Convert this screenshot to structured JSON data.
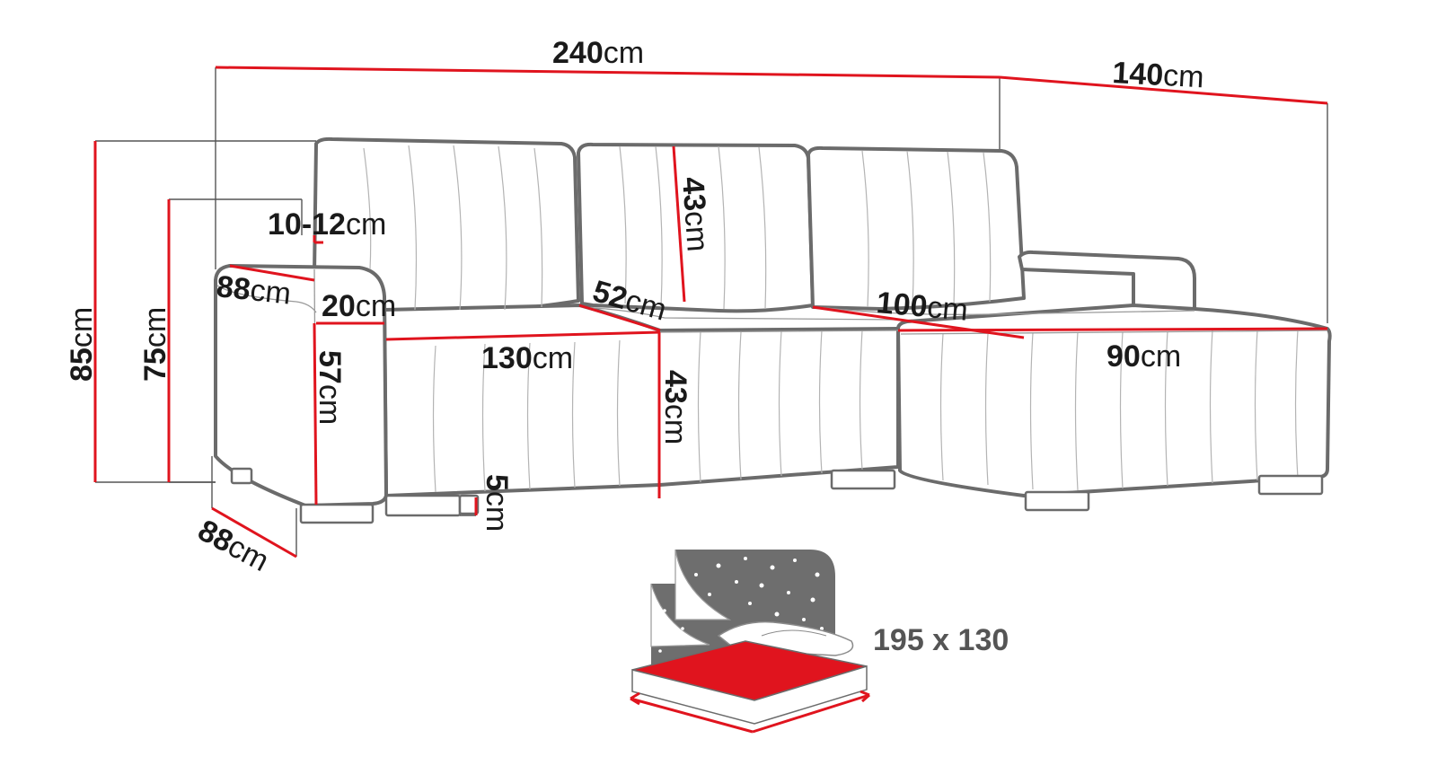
{
  "colors": {
    "dimension_line": "#e0141e",
    "outline": "#6b6b6b",
    "night_panel": "#6e6e6e",
    "mattress_top": "#e0141e"
  },
  "dimensions": {
    "total_width": {
      "value": "240",
      "unit": "cm"
    },
    "chaise_depth": {
      "value": "140",
      "unit": "cm"
    },
    "back_height": {
      "value": "85",
      "unit": "cm"
    },
    "arm_height": {
      "value": "75",
      "unit": "cm"
    },
    "backrest_offset": {
      "value": "10-12",
      "unit": "cm"
    },
    "arm_depth": {
      "value": "88",
      "unit": "cm"
    },
    "arm_width": {
      "value": "20",
      "unit": "cm"
    },
    "seat_depth": {
      "value": "52",
      "unit": "cm"
    },
    "cushion_height": {
      "value": "43",
      "unit": "cm"
    },
    "chaise_length": {
      "value": "100",
      "unit": "cm"
    },
    "seat_width": {
      "value": "130",
      "unit": "cm"
    },
    "chaise_width": {
      "value": "90",
      "unit": "cm"
    },
    "arm_inner_height": {
      "value": "57",
      "unit": "cm"
    },
    "seat_height": {
      "value": "43",
      "unit": "cm"
    },
    "leg_height": {
      "value": "5",
      "unit": "cm"
    },
    "depth": {
      "value": "88",
      "unit": "cm"
    }
  },
  "bed": {
    "size_label": "195 x 130",
    "icon": "sleeping-function-icon"
  }
}
